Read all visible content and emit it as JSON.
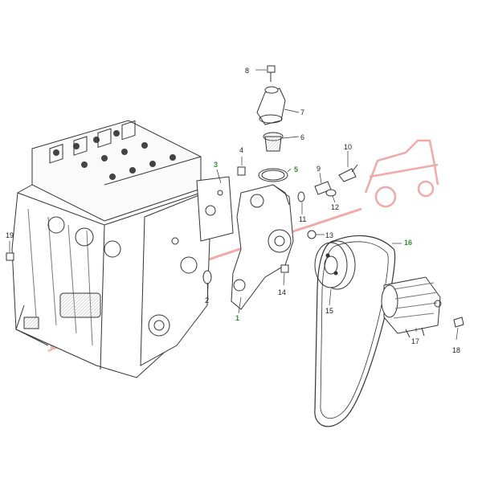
{
  "diagram": {
    "watermark": {
      "text": "Tractor",
      "color": "#e04040"
    },
    "callout_color": "#222222",
    "highlight_color": "#2f8f2f",
    "callouts": [
      {
        "id": "c1",
        "label": "1",
        "highlight": true
      },
      {
        "id": "c2",
        "label": "2",
        "highlight": false
      },
      {
        "id": "c3",
        "label": "3",
        "highlight": true
      },
      {
        "id": "c4",
        "label": "4",
        "highlight": false
      },
      {
        "id": "c5",
        "label": "5",
        "highlight": true
      },
      {
        "id": "c6",
        "label": "6",
        "highlight": false
      },
      {
        "id": "c7",
        "label": "7",
        "highlight": false
      },
      {
        "id": "c8",
        "label": "8",
        "highlight": false
      },
      {
        "id": "c9",
        "label": "9",
        "highlight": false
      },
      {
        "id": "c10",
        "label": "10",
        "highlight": false
      },
      {
        "id": "c11",
        "label": "11",
        "highlight": false
      },
      {
        "id": "c12",
        "label": "12",
        "highlight": false
      },
      {
        "id": "c13",
        "label": "13",
        "highlight": false
      },
      {
        "id": "c14",
        "label": "14",
        "highlight": false
      },
      {
        "id": "c15",
        "label": "15",
        "highlight": false
      },
      {
        "id": "c16",
        "label": "16",
        "highlight": true
      },
      {
        "id": "c17",
        "label": "17",
        "highlight": false
      },
      {
        "id": "c18",
        "label": "18",
        "highlight": false
      },
      {
        "id": "c19",
        "label": "19",
        "highlight": false
      }
    ]
  }
}
